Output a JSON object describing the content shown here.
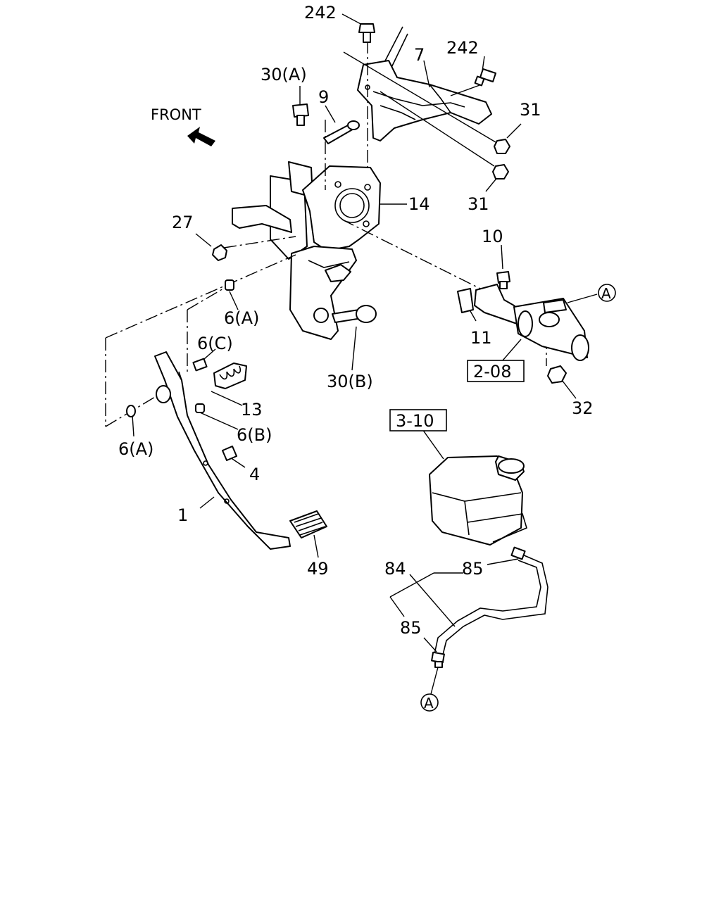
{
  "front_label": "FRONT",
  "ref_boxes": {
    "master_cylinder": "2-08",
    "reservoir": "3-10"
  },
  "connector_marker": "A",
  "labels": {
    "p242_top": "242",
    "p242_right": "242",
    "p7": "7",
    "p30a": "30(A)",
    "p9": "9",
    "p31_upper": "31",
    "p31_lower": "31",
    "p14": "14",
    "p27": "27",
    "p10": "10",
    "p6a_upper": "6(A)",
    "p6c": "6(C)",
    "p11": "11",
    "p30b": "30(B)",
    "p13": "13",
    "p6b": "6(B)",
    "p6a_lower": "6(A)",
    "p32": "32",
    "p4": "4",
    "p1": "1",
    "p49": "49",
    "p84": "84",
    "p85_upper": "85",
    "p85_lower": "85"
  }
}
